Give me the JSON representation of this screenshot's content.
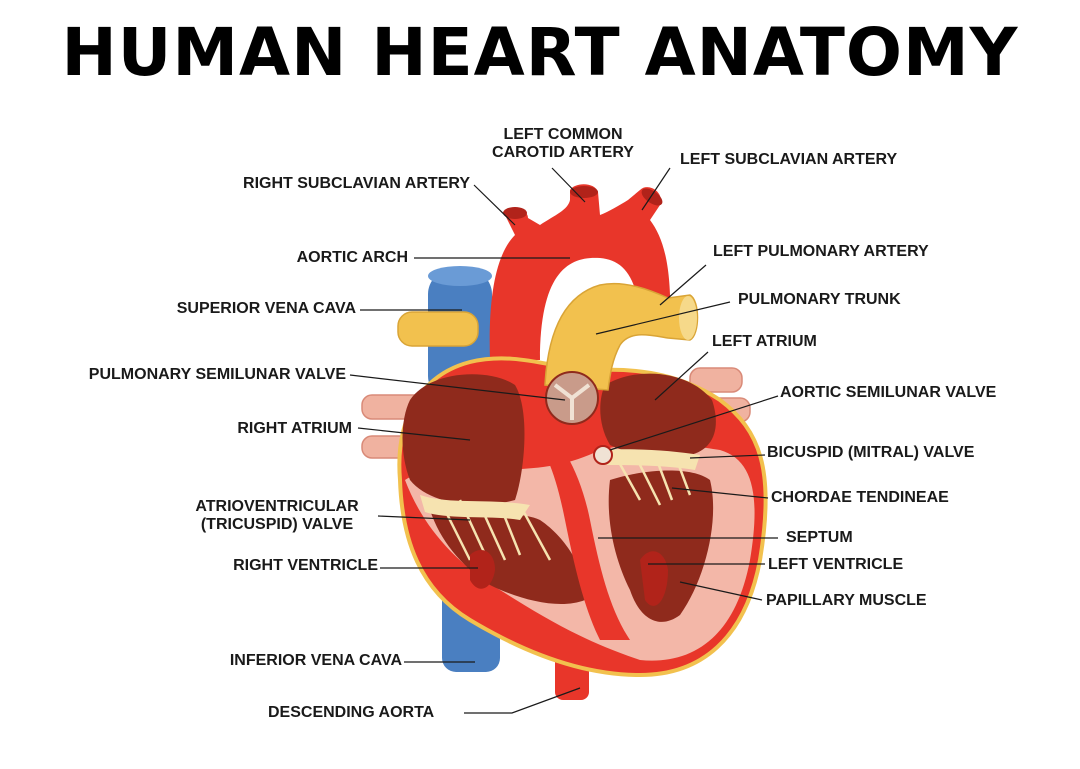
{
  "title": "HUMAN HEART ANATOMY",
  "labels": {
    "left_common_carotid_artery": "LEFT COMMON\nCAROTID ARTERY",
    "left_subclavian_artery": "LEFT SUBCLAVIAN ARTERY",
    "right_subclavian_artery": "RIGHT SUBCLAVIAN ARTERY",
    "aortic_arch": "AORTIC ARCH",
    "left_pulmonary_artery": "LEFT PULMONARY ARTERY",
    "superior_vena_cava": "SUPERIOR VENA CAVA",
    "pulmonary_trunk": "PULMONARY TRUNK",
    "left_atrium": "LEFT ATRIUM",
    "pulmonary_semilunar_valve": "PULMONARY SEMILUNAR VALVE",
    "aortic_semilunar_valve": "AORTIC SEMILUNAR VALVE",
    "right_atrium": "RIGHT ATRIUM",
    "bicuspid_mitral_valve": "BICUSPID (MITRAL) VALVE",
    "chordae_tendineae": "CHORDAE TENDINEAE",
    "atrioventricular_tricuspid_valve": "ATRIOVENTRICULAR\n(TRICUSPID) VALVE",
    "septum": "SEPTUM",
    "right_ventricle": "RIGHT VENTRICLE",
    "left_ventricle": "LEFT VENTRICLE",
    "papillary_muscle": "PAPILLARY MUSCLE",
    "inferior_vena_cava": "INFERIOR VENA CAVA",
    "descending_aorta": "DESCENDING AORTA"
  },
  "colors": {
    "aorta_red": "#e8362a",
    "dark_red": "#b1231a",
    "chamber_brown": "#8f2a1c",
    "vein_blue": "#4a7fc1",
    "pulmonary_yellow": "#f2c14e",
    "tissue_pink": "#f3b7a8",
    "vessel_pink": "#f0b2a0",
    "chordae_cream": "#f6e3b0"
  }
}
